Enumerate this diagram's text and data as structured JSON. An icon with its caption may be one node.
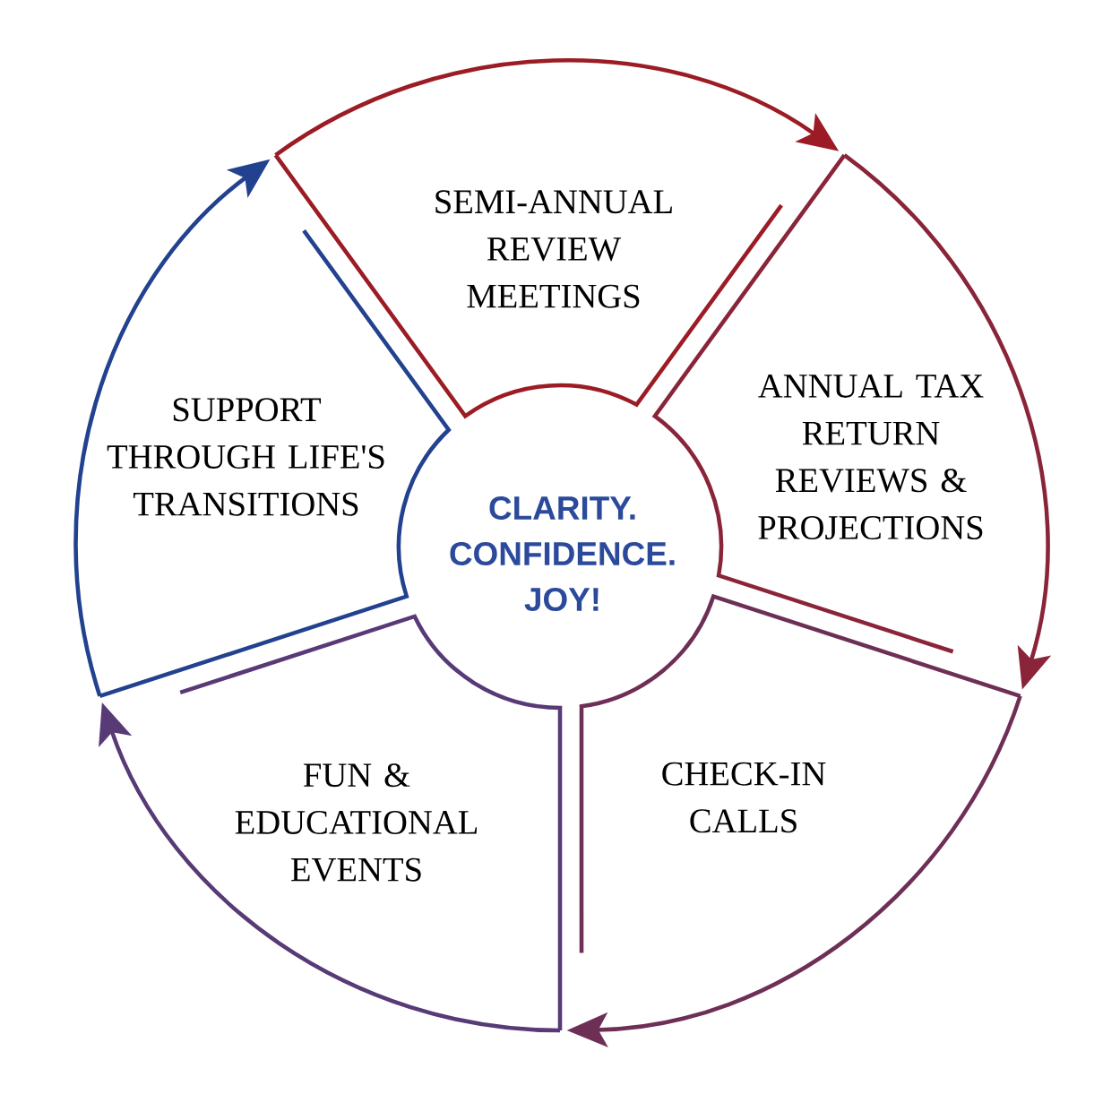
{
  "diagram": {
    "nodes": [
      {
        "text": [
          "SEMI-ANNUAL REVIEW MEETINGS"
        ]
      },
      {
        "text": [
          "SUPPORT THROUGH LIFE'S TRANSITIONS"
        ]
      },
      {
        "text": [
          "ANNUAL TAX RETURN REVIEWS & PROJECTIONS"
        ]
      },
      {
        "text": [
          "CLARITY. CONFIDENCE. JOY!"
        ]
      },
      {
        "text": [
          "FUN & EDUCATIONAL EVENTS"
        ]
      },
      {
        "text": [
          "CHECK-IN CALLS"
        ]
      }
    ],
    "edges": [
      {
        "from": 0,
        "to": 2,
        "arrow": "to",
        "color": "#9b1c24"
      },
      {
        "from": 2,
        "to": 5,
        "arrow": "to",
        "color": "#8a2439"
      },
      {
        "from": 5,
        "to": 4,
        "arrow": "to",
        "color": "#6e2f57"
      },
      {
        "from": 4,
        "to": 1,
        "arrow": "to",
        "color": "#573a76"
      },
      {
        "from": 1,
        "to": 0,
        "arrow": "to",
        "color": "#22418f"
      }
    ]
  }
}
